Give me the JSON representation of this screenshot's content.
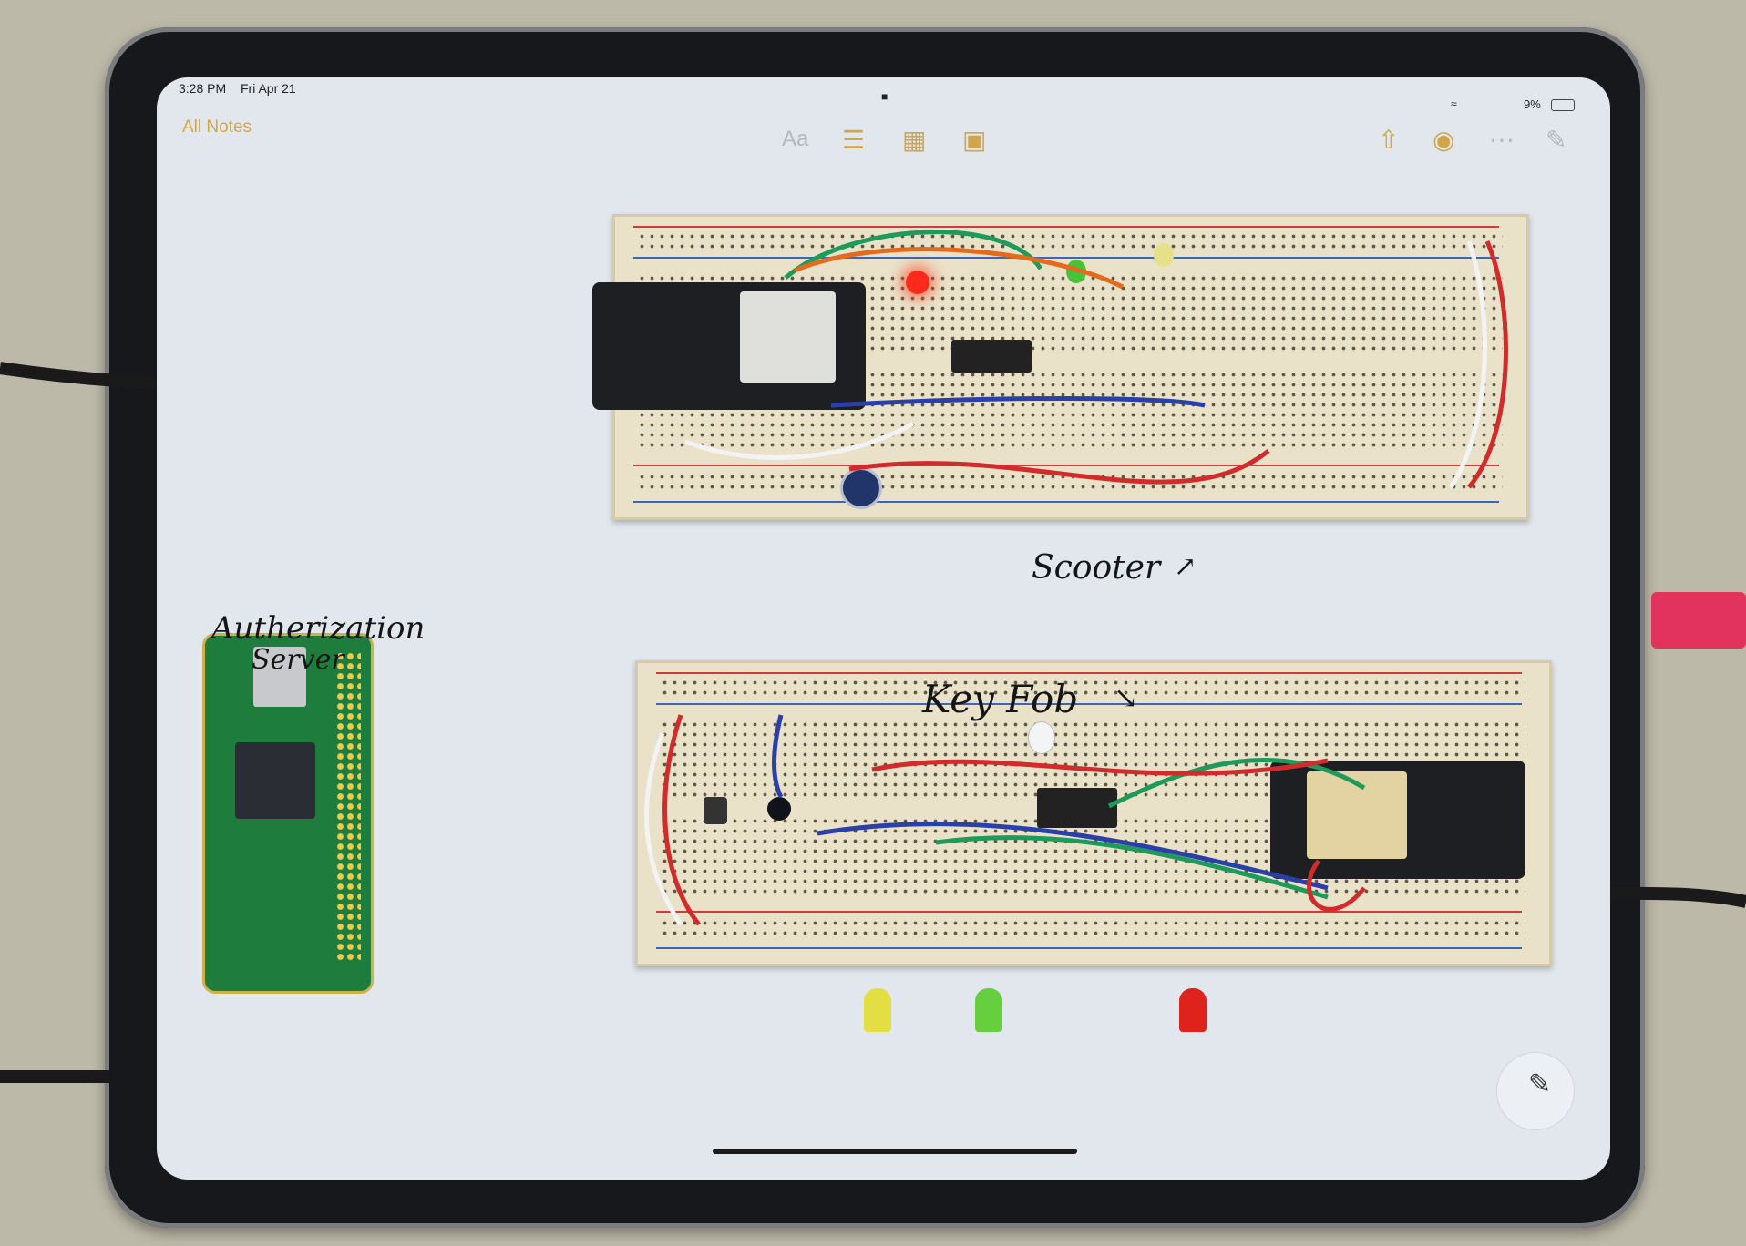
{
  "status_bar": {
    "time": "3:28 PM",
    "date": "Fri Apr 21",
    "battery": "9%"
  },
  "toolbar": {
    "back_label": "All Notes",
    "format_label": "Aa",
    "icons": [
      "checklist-icon",
      "table-icon",
      "camera-icon",
      "share-icon",
      "markup-icon",
      "more-icon",
      "compose-icon"
    ]
  },
  "annotations": {
    "scooter": "Scooter",
    "auth_line1": "Autherization",
    "auth_line2": "Server",
    "key_fob": "Key Fob"
  },
  "colors": {
    "accent": "#d1a64a",
    "screen": "#e2e7ee",
    "bezel": "#16181b"
  }
}
